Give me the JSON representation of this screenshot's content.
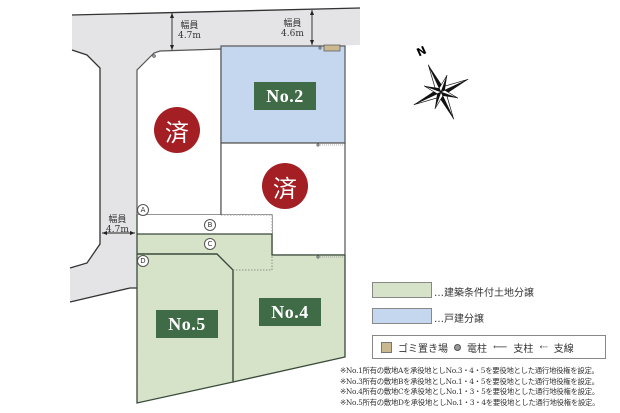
{
  "map": {
    "roads": [
      {
        "id": "north-road",
        "width_label": "幅員",
        "width_value": "4.7m"
      },
      {
        "id": "north-road-east",
        "width_label": "幅員",
        "width_value": "4.6m"
      },
      {
        "id": "west-road",
        "width_label": "幅員",
        "width_value": "4.7m"
      }
    ],
    "lots": [
      {
        "id": "no1",
        "status": "済",
        "type": "sold"
      },
      {
        "id": "no2",
        "label": "No.2",
        "type": "detached-house"
      },
      {
        "id": "no3",
        "status": "済",
        "type": "sold"
      },
      {
        "id": "no4",
        "label": "No.4",
        "type": "conditional-land"
      },
      {
        "id": "no5",
        "label": "No.5",
        "type": "conditional-land"
      }
    ],
    "easements": [
      "A",
      "B",
      "C",
      "D"
    ],
    "compass": "N",
    "colors": {
      "road": "#e4e4e6",
      "conditional_land": "#d6e3c8",
      "detached_house": "#c4d7ee",
      "sold_badge": "#a31f24",
      "lot_label": "#3f6b47",
      "garbage": "#c9b890"
    }
  },
  "legend": {
    "conditional_land": "…建築条件付土地分譲",
    "detached_house": "…戸建分譲",
    "garbage": "ゴミ置き場",
    "pole": "電柱",
    "support_pole": "支柱",
    "guy_wire": "支線",
    "support_arrow": "⟵",
    "guy_arrow": "⇠"
  },
  "notes": [
    "※No.1所有の敷地Aを承役地としNo.3・4・5を要役地とした通行地役権を設定。",
    "※No.3所有の敷地Bを承役地としNo.1・4・5を要役地とした通行地役権を設定。",
    "※No.4所有の敷地Cを承役地としNo.1・3・5を要役地とした通行地役権を設定。",
    "※No.5所有の敷地Dを承役地としNo.1・3・4を要役地とした通行地役権を設定。"
  ]
}
